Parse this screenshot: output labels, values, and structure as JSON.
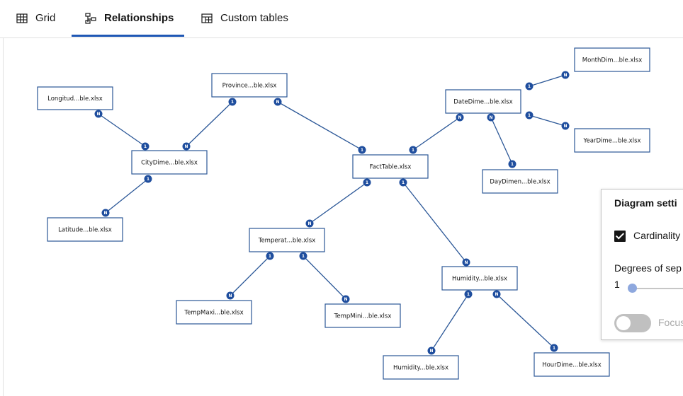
{
  "tabs": [
    {
      "label": "Grid",
      "icon": "grid-icon"
    },
    {
      "label": "Relationships",
      "icon": "relationships-icon"
    },
    {
      "label": "Custom tables",
      "icon": "custom-tables-icon"
    }
  ],
  "active_tab": "Relationships",
  "nodes": [
    {
      "id": "longitude",
      "label": "Longitud...ble.xlsx"
    },
    {
      "id": "province",
      "label": "Province...ble.xlsx"
    },
    {
      "id": "citydim",
      "label": "CityDime...ble.xlsx"
    },
    {
      "id": "latitude",
      "label": "Latitude...ble.xlsx"
    },
    {
      "id": "fact",
      "label": "FactTable.xlsx"
    },
    {
      "id": "datedim",
      "label": "DateDime...ble.xlsx"
    },
    {
      "id": "monthdim",
      "label": "MonthDim...ble.xlsx"
    },
    {
      "id": "yeardim",
      "label": "YearDime...ble.xlsx"
    },
    {
      "id": "daydim",
      "label": "DayDimen...ble.xlsx"
    },
    {
      "id": "temperature",
      "label": "Temperat...ble.xlsx"
    },
    {
      "id": "tempmax",
      "label": "TempMaxi...ble.xlsx"
    },
    {
      "id": "tempmin",
      "label": "TempMini...ble.xlsx"
    },
    {
      "id": "humidity",
      "label": "Humidity...ble.xlsx"
    },
    {
      "id": "humidity2",
      "label": "Humidity...ble.xlsx"
    },
    {
      "id": "hourdim",
      "label": "HourDime...ble.xlsx"
    }
  ],
  "edges": [
    {
      "from": "longitude",
      "to": "citydim",
      "from_card": "N",
      "to_card": "1"
    },
    {
      "from": "province",
      "to": "citydim",
      "from_card": "1",
      "to_card": "N"
    },
    {
      "from": "province",
      "to": "fact",
      "from_card": "N",
      "to_card": "1"
    },
    {
      "from": "citydim",
      "to": "latitude",
      "from_card": "1",
      "to_card": "N"
    },
    {
      "from": "datedim",
      "to": "fact",
      "from_card": "N",
      "to_card": "1"
    },
    {
      "from": "datedim",
      "to": "monthdim",
      "from_card": "1",
      "to_card": "N"
    },
    {
      "from": "datedim",
      "to": "yeardim",
      "from_card": "1",
      "to_card": "N"
    },
    {
      "from": "datedim",
      "to": "daydim",
      "from_card": "N",
      "to_card": "1"
    },
    {
      "from": "fact",
      "to": "temperature",
      "from_card": "1",
      "to_card": "N"
    },
    {
      "from": "fact",
      "to": "humidity",
      "from_card": "1",
      "to_card": "N"
    },
    {
      "from": "temperature",
      "to": "tempmax",
      "from_card": "1",
      "to_card": "N"
    },
    {
      "from": "temperature",
      "to": "tempmin",
      "from_card": "1",
      "to_card": "N"
    },
    {
      "from": "humidity",
      "to": "humidity2",
      "from_card": "1",
      "to_card": "N"
    },
    {
      "from": "humidity",
      "to": "hourdim",
      "from_card": "N",
      "to_card": "1"
    }
  ],
  "settings": {
    "title": "Diagram setti",
    "cardinality_label": "Cardinality",
    "cardinality_checked": true,
    "degrees_label": "Degrees of sep",
    "degrees_value": "1",
    "focus_label": "Focus",
    "focus_on": false
  },
  "colors": {
    "accent": "#1f57b4",
    "node_border": "#2b5797",
    "badge": "#1f4e9e"
  }
}
